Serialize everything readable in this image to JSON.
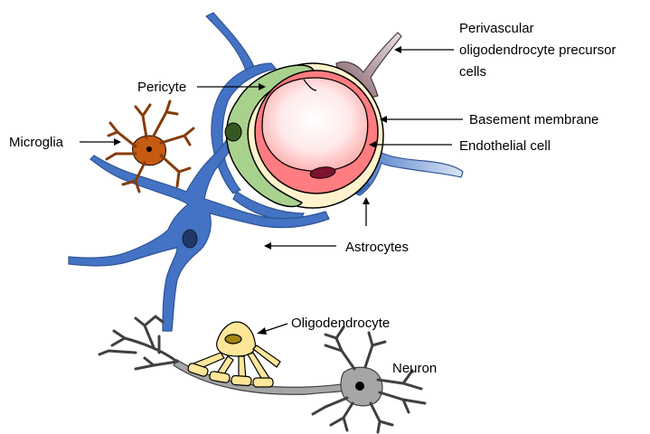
{
  "labels": {
    "perivascular_line1": "Perivascular",
    "perivascular_line2": "oligodendrocyte precursor",
    "perivascular_line3": "cells",
    "pericyte": "Pericyte",
    "basement_membrane": "Basement membrane",
    "microglia": "Microglia",
    "endothelial_cell": "Endothelial cell",
    "astrocytes": "Astrocytes",
    "oligodendrocyte": "Oligodendrocyte",
    "neuron": "Neuron"
  },
  "colors": {
    "astrocyte": "#4472c4",
    "astrocyte_outline": "#2f5597",
    "nucleus": "#1f3864",
    "pericyte": "#a9d18e",
    "pericyte_nucleus": "#385723",
    "basement_membrane": "#fff2cc",
    "endothelial": "#ff7c80",
    "lumen": "#ffe5e5",
    "erythrocyte": "#7f1230",
    "microglia": "#c55a11",
    "opc": "#8e6f78",
    "oligodendrocyte": "#ffe699",
    "neuron": "#a6a6a6"
  }
}
